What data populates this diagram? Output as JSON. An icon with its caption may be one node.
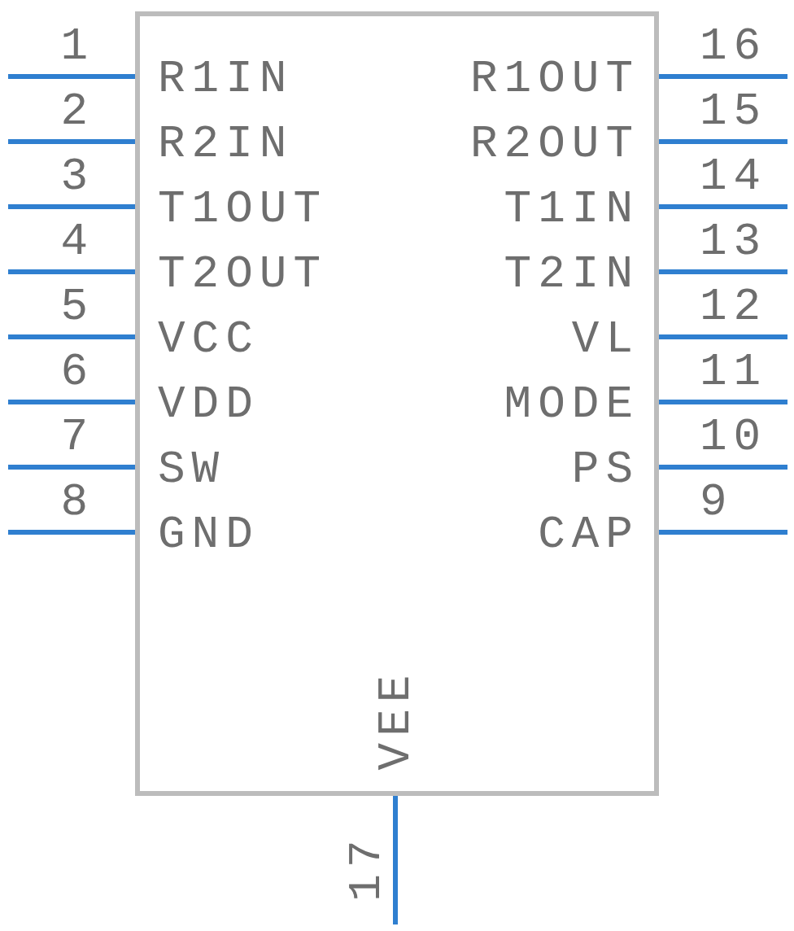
{
  "diagram": {
    "nodes": [
      {
        "text": [],
        "shape": "box"
      },
      {
        "text": [
          "R1IN"
        ],
        "beside": [
          "1"
        ],
        "in": 0
      },
      {
        "text": [
          "R2IN"
        ],
        "beside": [
          "2"
        ],
        "in": 0
      },
      {
        "text": [
          "T1OUT"
        ],
        "beside": [
          "3"
        ],
        "in": 0
      },
      {
        "text": [
          "T2OUT"
        ],
        "beside": [
          "4"
        ],
        "in": 0
      },
      {
        "text": [
          "VCC"
        ],
        "beside": [
          "5"
        ],
        "in": 0
      },
      {
        "text": [
          "VDD"
        ],
        "beside": [
          "6"
        ],
        "in": 0
      },
      {
        "text": [
          "SW"
        ],
        "beside": [
          "7"
        ],
        "in": 0
      },
      {
        "text": [
          "GND"
        ],
        "beside": [
          "8"
        ],
        "in": 0
      },
      {
        "text": [
          "CAP"
        ],
        "beside": [
          "9"
        ],
        "in": 0
      },
      {
        "text": [
          "PS"
        ],
        "beside": [
          "10"
        ],
        "in": 0
      },
      {
        "text": [
          "MODE"
        ],
        "beside": [
          "11"
        ],
        "in": 0
      },
      {
        "text": [
          "VL"
        ],
        "beside": [
          "12"
        ],
        "in": 0
      },
      {
        "text": [
          "T2IN"
        ],
        "beside": [
          "13"
        ],
        "in": 0
      },
      {
        "text": [
          "T1IN"
        ],
        "beside": [
          "14"
        ],
        "in": 0
      },
      {
        "text": [
          "R2OUT"
        ],
        "beside": [
          "15"
        ],
        "in": 0
      },
      {
        "text": [
          "R1OUT"
        ],
        "beside": [
          "16"
        ],
        "in": 0
      },
      {
        "text": [
          "VEE"
        ],
        "beside": [
          "17"
        ],
        "in": 0
      }
    ]
  }
}
